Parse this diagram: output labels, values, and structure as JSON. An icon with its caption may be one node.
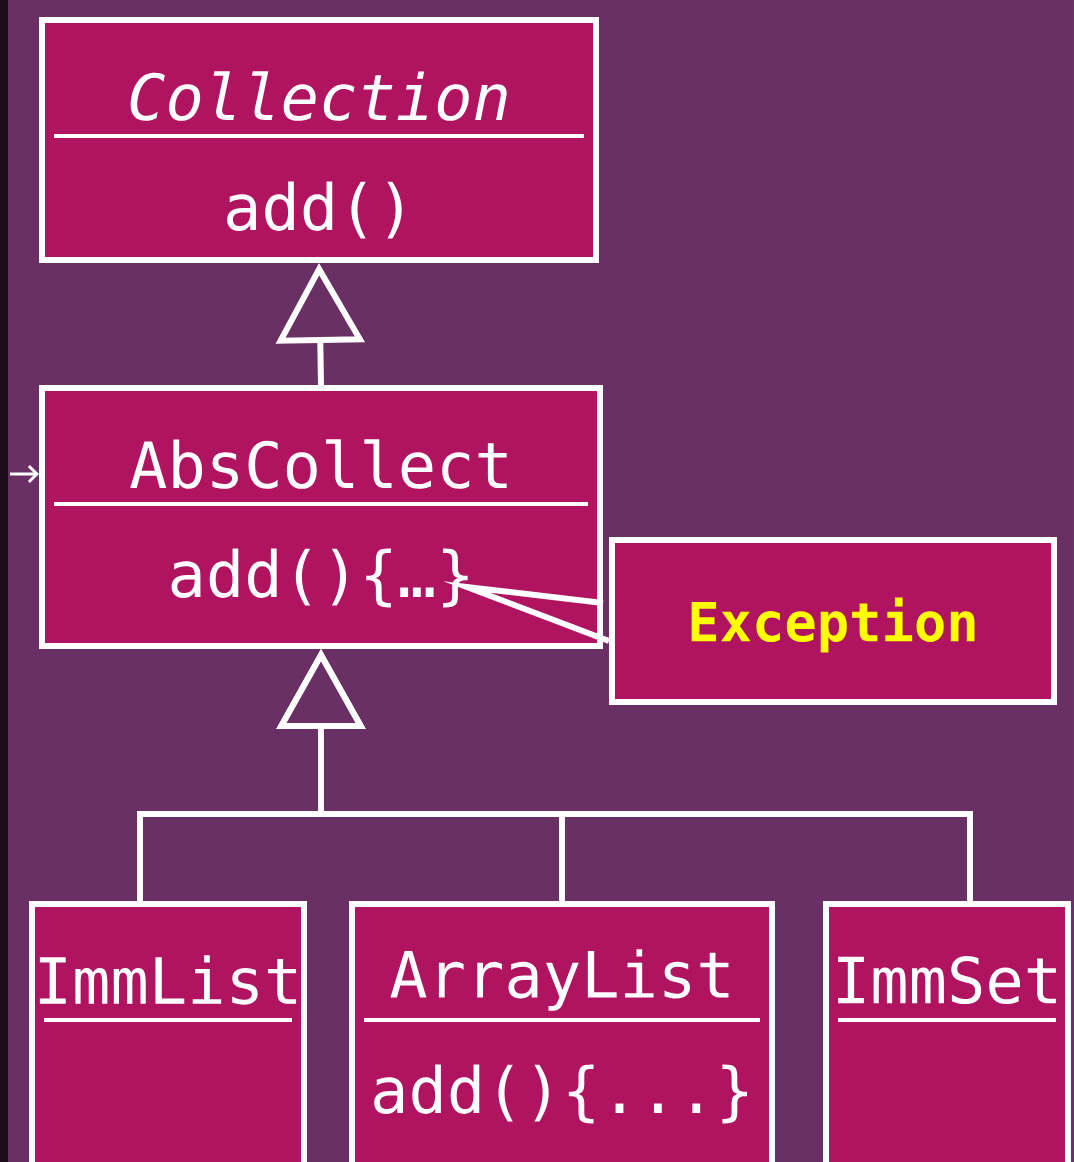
{
  "diagram": {
    "nodes": [
      {
        "text": [
          "Collection",
          "add()"
        ]
      },
      {
        "text": [
          "AbsCollect",
          "add(){…}"
        ]
      },
      {
        "text": [
          "Exception"
        ]
      },
      {
        "text": [
          "ImmList"
        ]
      },
      {
        "text": [
          "ArrayList",
          "add(){...}"
        ]
      },
      {
        "text": [
          "ImmSet"
        ]
      }
    ],
    "edges": [
      {
        "from": 1,
        "to": 0,
        "arrow": "to"
      },
      {
        "from": 3,
        "to": 1,
        "arrow": "to"
      },
      {
        "from": 4,
        "to": 1,
        "arrow": "to"
      },
      {
        "from": 5,
        "to": 1,
        "arrow": "to"
      },
      {
        "from": 2,
        "to": 1,
        "arrow": "none"
      },
      {
        "from": null,
        "to": 1,
        "arrow": "to"
      }
    ]
  }
}
